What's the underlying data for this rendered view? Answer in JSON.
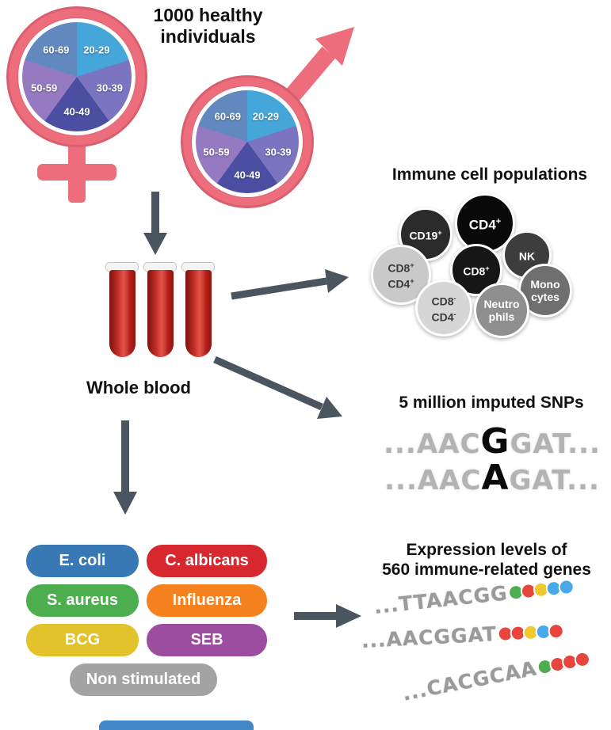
{
  "title": "1000 healthy individuals",
  "demographics": {
    "age_groups": [
      "20-29",
      "30-39",
      "40-49",
      "50-59",
      "60-69"
    ],
    "pie_colors": [
      "#45a6da",
      "#7b74c0",
      "#4c4fa1",
      "#9579c1",
      "#6189bf"
    ],
    "symbol_color": "#ee6d7d"
  },
  "blood": {
    "label": "Whole blood"
  },
  "immune": {
    "heading": "Immune cell populations",
    "cells": {
      "cd19": {
        "text": "CD19",
        "sup": "+",
        "bg": "#2b2b2b",
        "fg": "#ffffff"
      },
      "cd4": {
        "text": "CD4",
        "sup": "+",
        "bg": "#0a0a0a",
        "fg": "#ffffff"
      },
      "cd8": {
        "text": "CD8",
        "sup": "+",
        "bg": "#161616",
        "fg": "#ffffff"
      },
      "nk": {
        "text": "NK",
        "sup": "",
        "bg": "#3d3d3d",
        "fg": "#ffffff"
      },
      "cd8pos_cd4pos": {
        "line1": "CD8",
        "sup1": "+",
        "line2": "CD4",
        "sup2": "+",
        "bg": "#c9c9c9",
        "fg": "#3a3a3a"
      },
      "cd8neg_cd4neg": {
        "line1": "CD8",
        "sup1": "-",
        "line2": "CD4",
        "sup2": "-",
        "bg": "#d6d6d6",
        "fg": "#3a3a3a"
      },
      "monocytes": {
        "line1": "Mono",
        "sup1": "",
        "line2": "cytes",
        "sup2": "",
        "bg": "#6f6f6f",
        "fg": "#ffffff"
      },
      "neutrophils": {
        "line1": "Neutro",
        "sup1": "",
        "line2": "phils",
        "sup2": "",
        "bg": "#8f8f8f",
        "fg": "#ffffff"
      }
    }
  },
  "snps": {
    "heading": "5 million imputed SNPs",
    "sequences": [
      {
        "pre": "...AAC",
        "variant": "G",
        "post": "GAT..."
      },
      {
        "pre": "...AAC",
        "variant": "A",
        "post": "GAT..."
      }
    ]
  },
  "stimulations": {
    "items": [
      {
        "label": "E. coli",
        "color": "#3878b4"
      },
      {
        "label": "C. albicans",
        "color": "#d7282f"
      },
      {
        "label": "S. aureus",
        "color": "#4cae4f"
      },
      {
        "label": "Influenza",
        "color": "#f5821f"
      },
      {
        "label": "BCG",
        "color": "#e2c32b"
      },
      {
        "label": "SEB",
        "color": "#9c4d9f"
      },
      {
        "label": "Non stimulated",
        "color": "#a3a3a3"
      }
    ],
    "partial_color": "#4088c8"
  },
  "expression": {
    "heading_line1": "Expression levels of",
    "heading_line2": "560 immune-related genes",
    "genes": [
      {
        "seq": "...TTAACGG",
        "dots": [
          "#4cae4f",
          "#e8453c",
          "#f0c92e",
          "#49a8e8",
          "#49a8e8"
        ]
      },
      {
        "seq": "...AACGGAT",
        "dots": [
          "#e8453c",
          "#e8453c",
          "#f0c92e",
          "#49a8e8",
          "#e8453c"
        ]
      },
      {
        "seq": "...CACGCAA",
        "dots": [
          "#4cae4f",
          "#e8453c",
          "#e8453c",
          "#e8453c"
        ]
      }
    ]
  }
}
